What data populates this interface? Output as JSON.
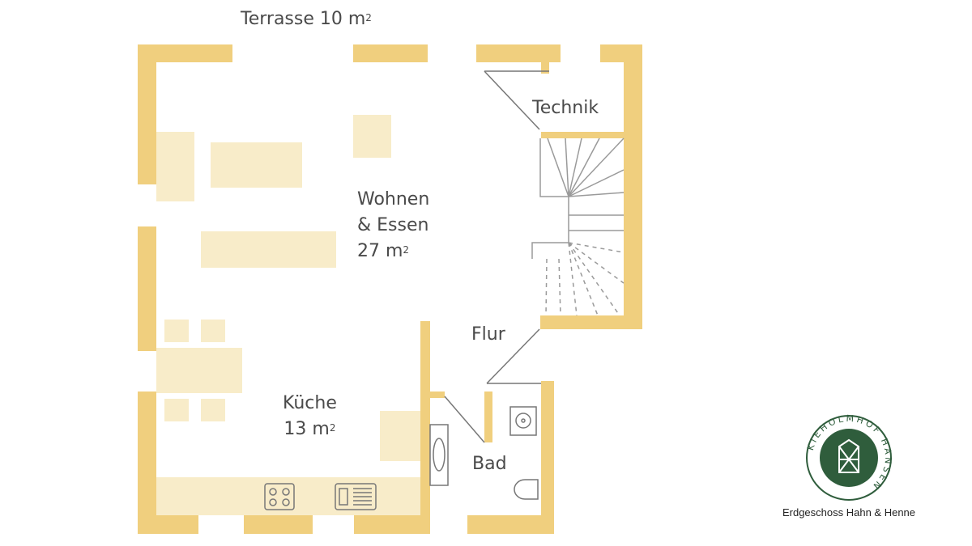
{
  "plan": {
    "colors": {
      "wall": "#f0cf7e",
      "furniture": "#f8ecc9",
      "line": "#777777",
      "stairs": "#9a9a9a"
    },
    "terrace": {
      "name": "Terrasse 10 m",
      "sup": "2"
    },
    "wohnen": {
      "line1": "Wohnen",
      "line2": "& Essen",
      "area": "27 m",
      "sup": "2"
    },
    "technik": {
      "name": "Technik"
    },
    "flur": {
      "name": "Flur"
    },
    "kueche": {
      "line1": "Küche",
      "area": "13 m",
      "sup": "2"
    },
    "bad": {
      "name": "Bad"
    }
  },
  "logo": {
    "text": "KIEHOLMHOF HANSEN",
    "colors": {
      "ring": "#2f5d3c",
      "inner": "#2f5d3c",
      "text": "#2f5d3c"
    }
  },
  "caption": "Erdgeschoss Hahn & Henne"
}
